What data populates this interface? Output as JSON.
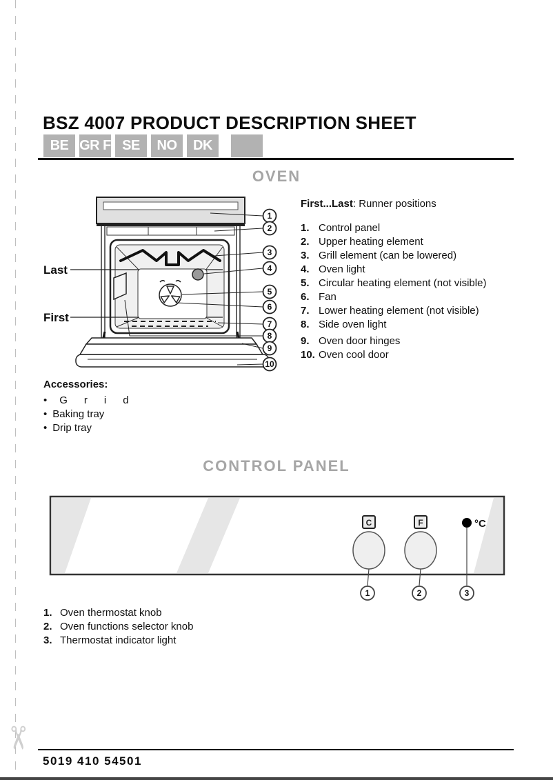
{
  "document": {
    "title": "BSZ 4007 PRODUCT DESCRIPTION SHEET",
    "language_tabs": [
      "BE",
      "GR F",
      "SE",
      "NO",
      "DK",
      ""
    ],
    "footer_code": "5019 410 54501",
    "scissors_icon": "✂"
  },
  "oven": {
    "heading": "OVEN",
    "runner_note": {
      "bold": "First...Last",
      "rest": ": Runner positions"
    },
    "diagram": {
      "label_last": "Last",
      "label_first": "First",
      "callouts": [
        "1",
        "2",
        "3",
        "4",
        "5",
        "6",
        "7",
        "8",
        "9",
        "10"
      ]
    },
    "parts": [
      {
        "num": "1.",
        "label": "Control panel"
      },
      {
        "num": "2.",
        "label": "Upper heating element"
      },
      {
        "num": "3.",
        "label": "Grill element (can be lowered)"
      },
      {
        "num": "4.",
        "label": "Oven light"
      },
      {
        "num": "5.",
        "label": "Circular heating element (not visible)"
      },
      {
        "num": "6.",
        "label": "Fan"
      },
      {
        "num": "7.",
        "label": "Lower heating element (not visible)"
      },
      {
        "num": "8.",
        "label": "Side oven light"
      },
      {
        "num": "9.",
        "label": "Oven door hinges"
      },
      {
        "num": "10.",
        "label": "Oven cool door"
      }
    ],
    "accessories": {
      "heading": "Accessories:",
      "bullet": "•",
      "items": [
        "Grid",
        "Baking tray",
        "Drip tray"
      ]
    }
  },
  "control_panel": {
    "heading": "CONTROL PANEL",
    "diagram": {
      "knob1_symbol": "C",
      "knob2_symbol": "F",
      "indicator_symbol": "°C",
      "callouts": [
        "1",
        "2",
        "3"
      ]
    },
    "items": [
      {
        "num": "1.",
        "label": "Oven thermostat knob"
      },
      {
        "num": "2.",
        "label": "Oven functions selector knob"
      },
      {
        "num": "3.",
        "label": "Thermostat indicator light"
      }
    ]
  },
  "colors": {
    "tab_background": "#b2b2b2",
    "section_heading_gray": "#a6a6a6",
    "line_black": "#151515"
  }
}
